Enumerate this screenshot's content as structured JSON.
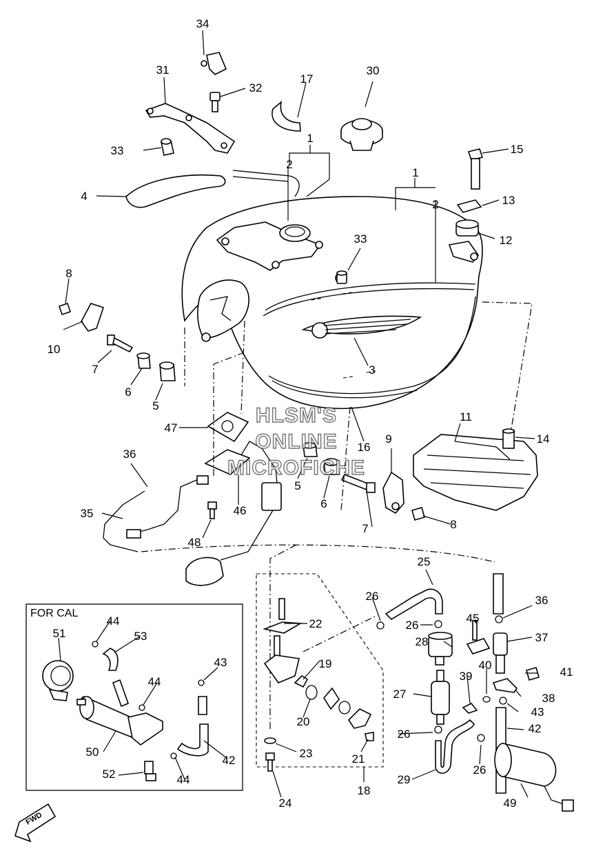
{
  "callouts": [
    {
      "id": "c34",
      "text": "34"
    },
    {
      "id": "c31",
      "text": "31"
    },
    {
      "id": "c32",
      "text": "32"
    },
    {
      "id": "c17",
      "text": "17"
    },
    {
      "id": "c30",
      "text": "30"
    },
    {
      "id": "c33a",
      "text": "33"
    },
    {
      "id": "c1a",
      "text": "1"
    },
    {
      "id": "c2a",
      "text": "2"
    },
    {
      "id": "c15",
      "text": "15"
    },
    {
      "id": "c4",
      "text": "4"
    },
    {
      "id": "c1b",
      "text": "1"
    },
    {
      "id": "c2b",
      "text": "2"
    },
    {
      "id": "c13",
      "text": "13"
    },
    {
      "id": "c12",
      "text": "12"
    },
    {
      "id": "c33b",
      "text": "33"
    },
    {
      "id": "c8a",
      "text": "8"
    },
    {
      "id": "c10",
      "text": "10"
    },
    {
      "id": "c7a",
      "text": "7"
    },
    {
      "id": "c6a",
      "text": "6"
    },
    {
      "id": "c5a",
      "text": "5"
    },
    {
      "id": "c3",
      "text": "3"
    },
    {
      "id": "c47",
      "text": "47"
    },
    {
      "id": "c11",
      "text": "11"
    },
    {
      "id": "c14",
      "text": "14"
    },
    {
      "id": "c9",
      "text": "9"
    },
    {
      "id": "c16",
      "text": "16"
    },
    {
      "id": "c36a",
      "text": "36"
    },
    {
      "id": "c5b",
      "text": "5"
    },
    {
      "id": "c6b",
      "text": "6"
    },
    {
      "id": "c46",
      "text": "46"
    },
    {
      "id": "c35",
      "text": "35"
    },
    {
      "id": "c8b",
      "text": "8"
    },
    {
      "id": "c7b",
      "text": "7"
    },
    {
      "id": "c48",
      "text": "48"
    },
    {
      "id": "c25",
      "text": "25"
    },
    {
      "id": "c26a",
      "text": "26"
    },
    {
      "id": "c36b",
      "text": "36"
    },
    {
      "id": "c22",
      "text": "22"
    },
    {
      "id": "c26b",
      "text": "26"
    },
    {
      "id": "c45",
      "text": "45"
    },
    {
      "id": "c37",
      "text": "37"
    },
    {
      "id": "c28",
      "text": "28"
    },
    {
      "id": "c19",
      "text": "19"
    },
    {
      "id": "c40",
      "text": "40"
    },
    {
      "id": "c41",
      "text": "41"
    },
    {
      "id": "c39",
      "text": "39"
    },
    {
      "id": "c27",
      "text": "27"
    },
    {
      "id": "c38",
      "text": "38"
    },
    {
      "id": "c20",
      "text": "20"
    },
    {
      "id": "c43a",
      "text": "43"
    },
    {
      "id": "c42a",
      "text": "42"
    },
    {
      "id": "c26c",
      "text": "26"
    },
    {
      "id": "c23",
      "text": "23"
    },
    {
      "id": "c21",
      "text": "21"
    },
    {
      "id": "c26d",
      "text": "26"
    },
    {
      "id": "c29",
      "text": "29"
    },
    {
      "id": "c24",
      "text": "24"
    },
    {
      "id": "c18",
      "text": "18"
    },
    {
      "id": "c49",
      "text": "49"
    },
    {
      "id": "c44a",
      "text": "44"
    },
    {
      "id": "c51",
      "text": "51"
    },
    {
      "id": "c53",
      "text": "53"
    },
    {
      "id": "c43b",
      "text": "43"
    },
    {
      "id": "c44b",
      "text": "44"
    },
    {
      "id": "c50",
      "text": "50"
    },
    {
      "id": "c42b",
      "text": "42"
    },
    {
      "id": "c52",
      "text": "52"
    },
    {
      "id": "c44c",
      "text": "44"
    }
  ],
  "inset": {
    "title": "FOR CAL"
  },
  "watermark": {
    "line1": "HLSM'S",
    "line2": "ONLINE",
    "line3": "MICROFICHE"
  },
  "direction_badge": {
    "text": "FWD"
  }
}
